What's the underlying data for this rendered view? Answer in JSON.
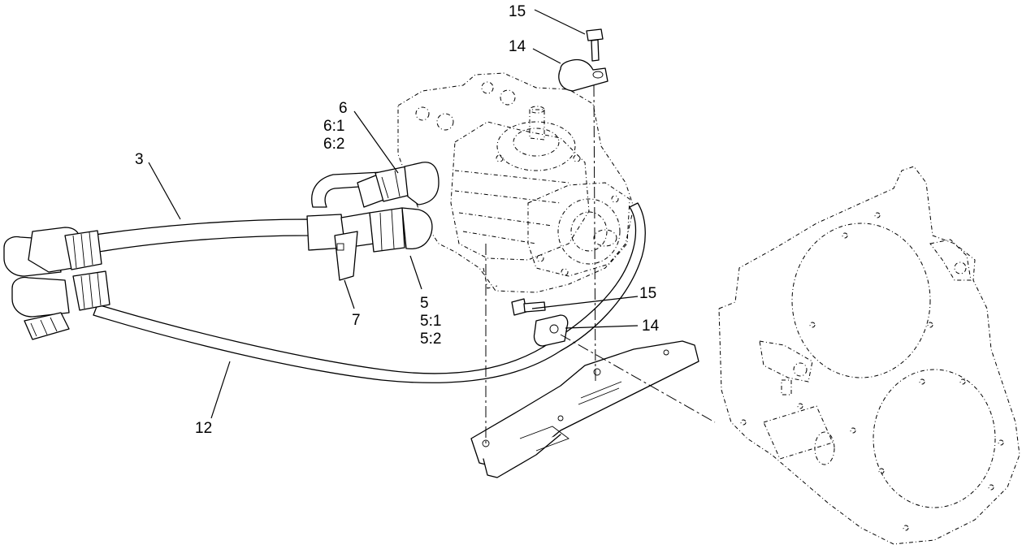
{
  "callouts": {
    "bolt_top": "15",
    "clamp_top": "14",
    "fitting_6": "6",
    "fitting_6_1": "6:1",
    "fitting_6_2": "6:2",
    "hose_3": "3",
    "fitting_5": "5",
    "fitting_5_1": "5:1",
    "fitting_5_2": "5:2",
    "clip_7": "7",
    "bolt_mid": "15",
    "clamp_mid": "14",
    "hose_12": "12"
  },
  "colors": {
    "line": "#000000",
    "background": "#ffffff"
  }
}
